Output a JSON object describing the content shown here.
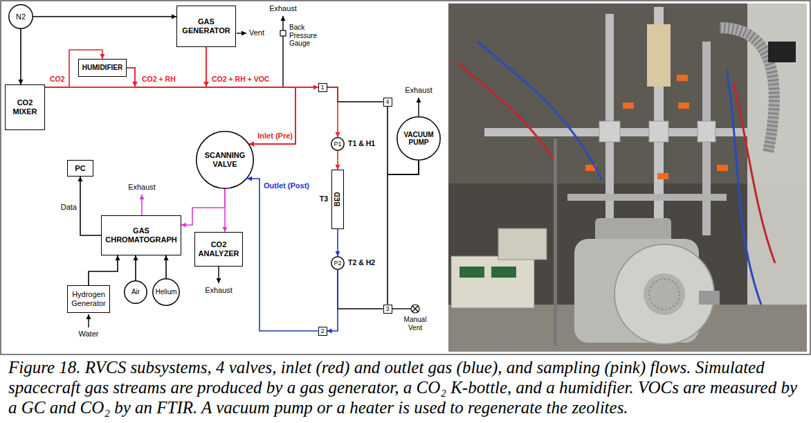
{
  "diagram": {
    "caption": "Figure 18. RVCS subsystems, 4 valves, inlet (red) and outlet gas (blue), and sampling (pink) flows. Simulated spacecraft gas streams are produced by a gas generator, a CO₂ K-bottle, and a humidifier. VOCs are measured by a GC and CO₂ by an FTIR. A vacuum pump or a heater is used to regenerate the zeolites.",
    "nodes": [
      {
        "text": [
          "N2"
        ]
      },
      {
        "text": [
          "GAS GENERATOR"
        ]
      },
      {
        "text": [
          "CO2 MIXER"
        ]
      },
      {
        "text": [
          "HUMIDIFIER"
        ]
      },
      {
        "text": [
          "1"
        ]
      },
      {
        "text": [
          "4"
        ]
      },
      {
        "text": [
          "P1"
        ]
      },
      {
        "text": [
          "VACUUM PUMP"
        ]
      },
      {
        "text": [
          "BED"
        ]
      },
      {
        "text": [
          "SCANNING VALVE"
        ]
      },
      {
        "text": [
          "PC"
        ]
      },
      {
        "text": [
          "GAS CHROMATOGRAPH"
        ]
      },
      {
        "text": [
          "CO2 ANALYZER"
        ]
      },
      {
        "text": [
          "P2"
        ]
      },
      {
        "text": [
          "Hydrogen Generator"
        ]
      },
      {
        "text": [
          "Air"
        ]
      },
      {
        "text": [
          "Helium"
        ]
      },
      {
        "text": [
          "3"
        ]
      },
      {
        "text": [
          "2"
        ]
      }
    ],
    "edges": [
      {
        "from": 0,
        "to": 1,
        "arrow": "to"
      },
      {
        "from": 0,
        "to": 2,
        "arrow": "to"
      },
      {
        "from": 2,
        "to": 3,
        "arrow": "to"
      },
      {
        "from": 2,
        "to": 4,
        "arrow": "to"
      },
      {
        "from": 3,
        "to": 4,
        "arrow": "to"
      },
      {
        "from": 1,
        "to": 4,
        "arrow": "to"
      },
      {
        "from": 2,
        "to": 9,
        "arrow": "to"
      },
      {
        "from": 3,
        "to": 9,
        "arrow": "to"
      },
      {
        "from": 1,
        "to": 9,
        "arrow": "to"
      },
      {
        "from": 4,
        "to": 5,
        "arrow": "none"
      },
      {
        "from": 4,
        "to": 6,
        "arrow": "to"
      },
      {
        "from": 6,
        "to": 8,
        "arrow": "to"
      },
      {
        "from": 8,
        "to": 13,
        "arrow": "to"
      },
      {
        "from": 13,
        "to": 17,
        "arrow": "none"
      },
      {
        "from": 13,
        "to": 18,
        "arrow": "to"
      },
      {
        "from": 5,
        "to": 7,
        "arrow": "none"
      },
      {
        "from": 17,
        "to": 7,
        "arrow": "none"
      },
      {
        "from": 18,
        "to": 9,
        "arrow": "to"
      },
      {
        "from": 9,
        "to": 11,
        "arrow": "to"
      },
      {
        "from": 9,
        "to": 12,
        "arrow": "to"
      },
      {
        "from": 11,
        "to": 10,
        "label": "Data",
        "arrow": "to"
      },
      {
        "from": 14,
        "to": 11,
        "arrow": "to"
      },
      {
        "from": 15,
        "to": 11,
        "arrow": "to"
      },
      {
        "from": 16,
        "to": 11,
        "arrow": "to"
      }
    ],
    "labels": [
      "Vent",
      "Exhaust",
      "Back Pressure Gauge",
      "CO2",
      "CO2 + RH",
      "CO2 + RH + VOC",
      "Inlet (Pre)",
      "Exhaust",
      "T1 & H1",
      "T3",
      "Outlet (Post)",
      "Exhaust",
      "T2 & H2",
      "Exhaust",
      "Manual Vent",
      "Water"
    ]
  }
}
